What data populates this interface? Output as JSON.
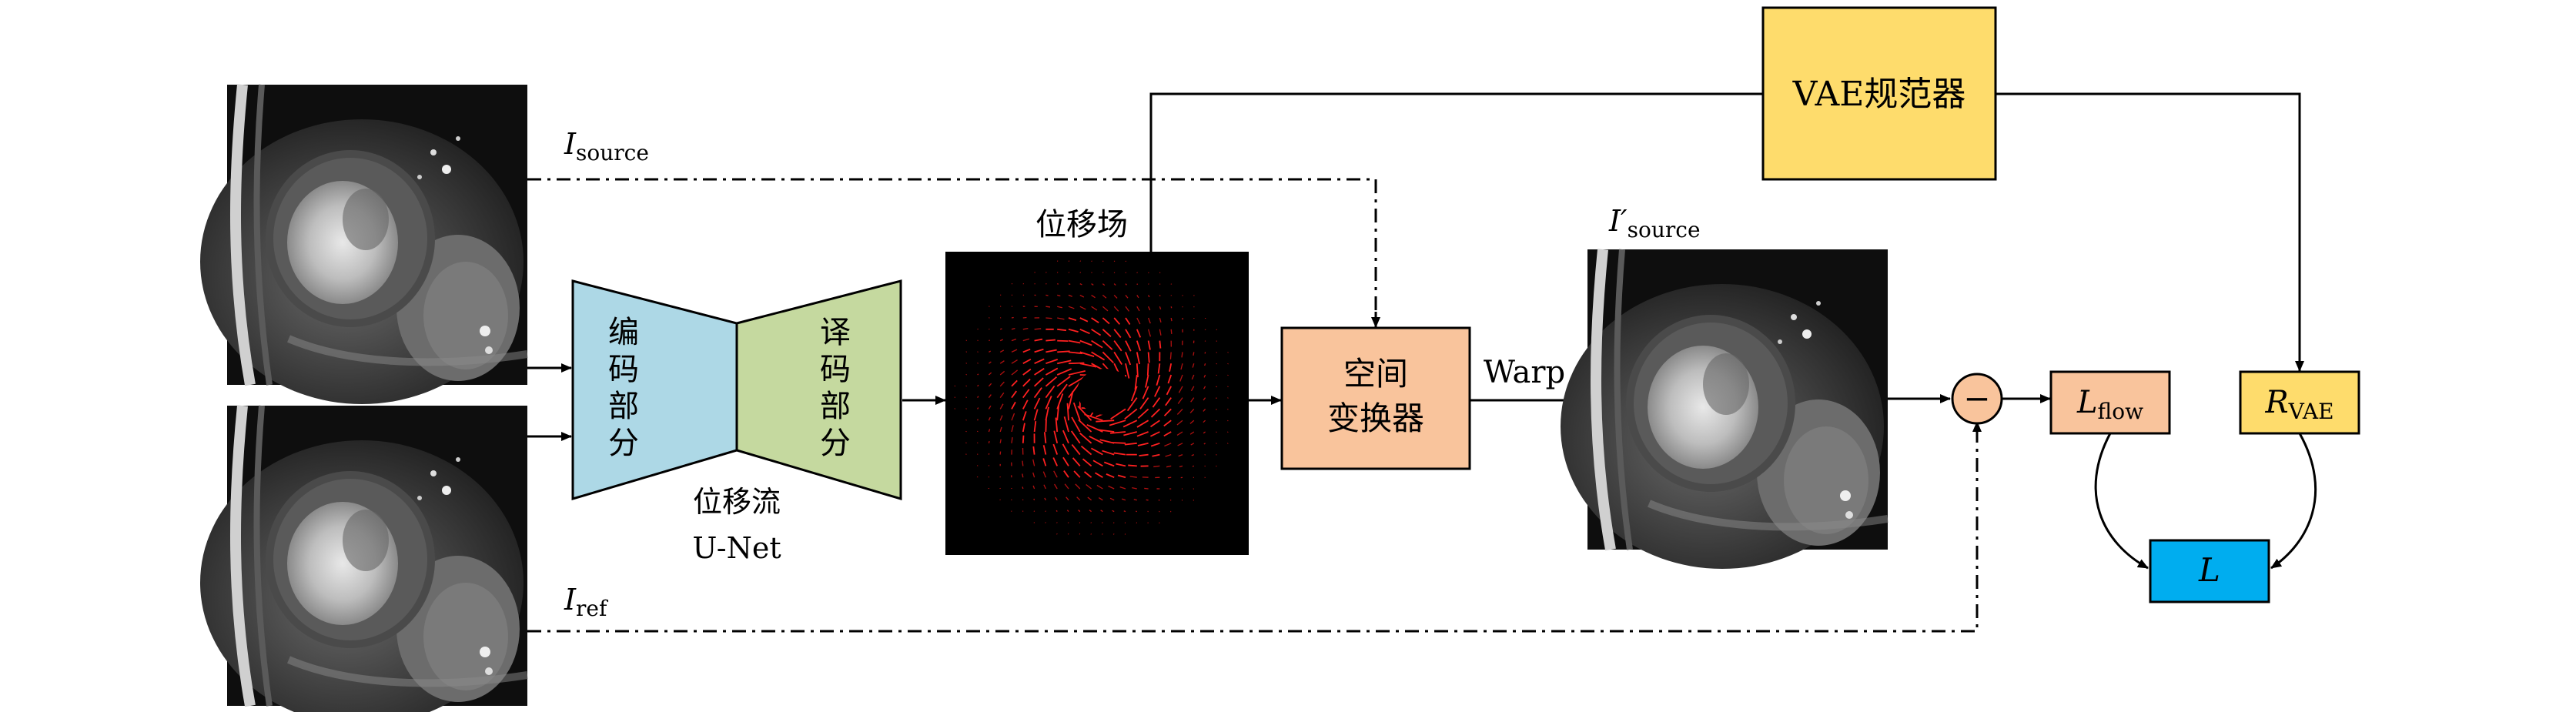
{
  "colors": {
    "encoder": "#add8e6",
    "decoder": "#c5d99f",
    "stn": "#f9c49c",
    "vae": "#fedc6c",
    "l_flow": "#f9c49c",
    "r_vae": "#fedc6c",
    "loss": "#00adef",
    "minus": "#f9c49c"
  },
  "inputs": {
    "source_label": {
      "symbol": "I",
      "subscript": "source"
    },
    "ref_label": {
      "symbol": "I",
      "subscript": "ref"
    },
    "source_image": "cardiac-mri-short-axis",
    "ref_image": "cardiac-mri-short-axis"
  },
  "unet": {
    "encoder_text": "编码部分",
    "decoder_text": "译码部分",
    "caption_line1": "位移流",
    "caption_line2": "U-Net"
  },
  "displacement": {
    "label": "位移场",
    "image": "displacement-vector-field"
  },
  "stn": {
    "line1": "空间",
    "line2": "变换器"
  },
  "warp_label": "Warp",
  "warped": {
    "symbol": "I′",
    "subscript": "source",
    "image": "warped-cardiac-mri"
  },
  "vae": {
    "label": "VAE规范器"
  },
  "minus_symbol": "−",
  "l_flow": {
    "symbol": "L",
    "subscript": "flow"
  },
  "r_vae": {
    "symbol": "R",
    "subscript": "VAE"
  },
  "loss": {
    "symbol": "L"
  }
}
